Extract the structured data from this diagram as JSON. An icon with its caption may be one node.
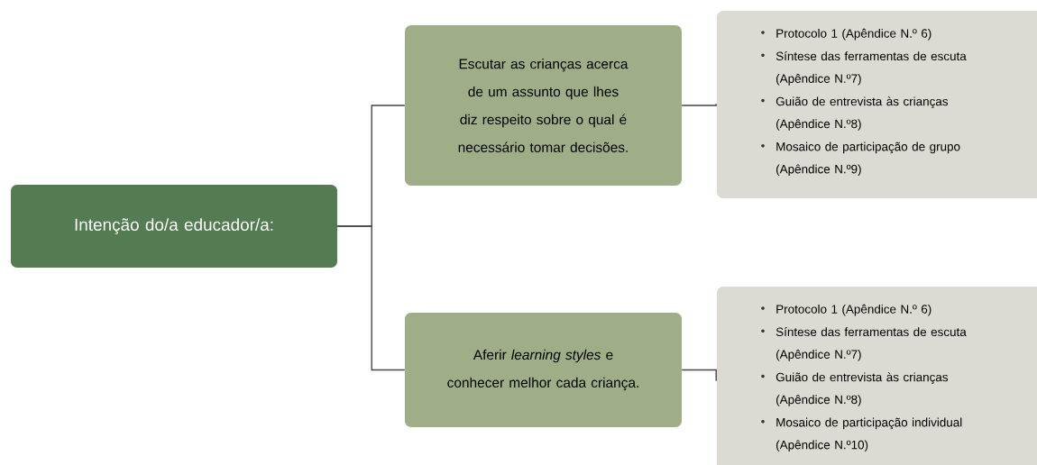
{
  "diagram": {
    "nodes": [
      {
        "text": [
          "Intenção do/a educador/a:"
        ]
      },
      {
        "text": [
          "Escutar as crianças acerca de um assunto que lhes diz respeito sobre o qual é necessário tomar decisões."
        ]
      },
      {
        "text": [
          "Aferir *learning styles* e conhecer melhor cada criança."
        ]
      },
      {
        "text": [
          "Protocolo 1 (Apêndice N.º 6)",
          "Síntese das ferramentas de escuta (Apêndice N.º7)",
          "Guião de entrevista às crianças (Apêndice N.º8)",
          "Mosaico de participação de grupo (Apêndice N.º9)"
        ]
      },
      {
        "text": [
          "Protocolo 1 (Apêndice N.º 6)",
          "Síntese das ferramentas de escuta (Apêndice N.º7)",
          "Guião de entrevista às crianças (Apêndice N.º8)",
          "Mosaico de participação individual (Apêndice N.º10)"
        ]
      }
    ],
    "edges": [
      {
        "from": 0,
        "to": 1,
        "arrow": "none"
      },
      {
        "from": 0,
        "to": 2,
        "arrow": "none"
      },
      {
        "from": 1,
        "to": 3,
        "arrow": "none"
      },
      {
        "from": 2,
        "to": 4,
        "arrow": "none"
      }
    ]
  }
}
